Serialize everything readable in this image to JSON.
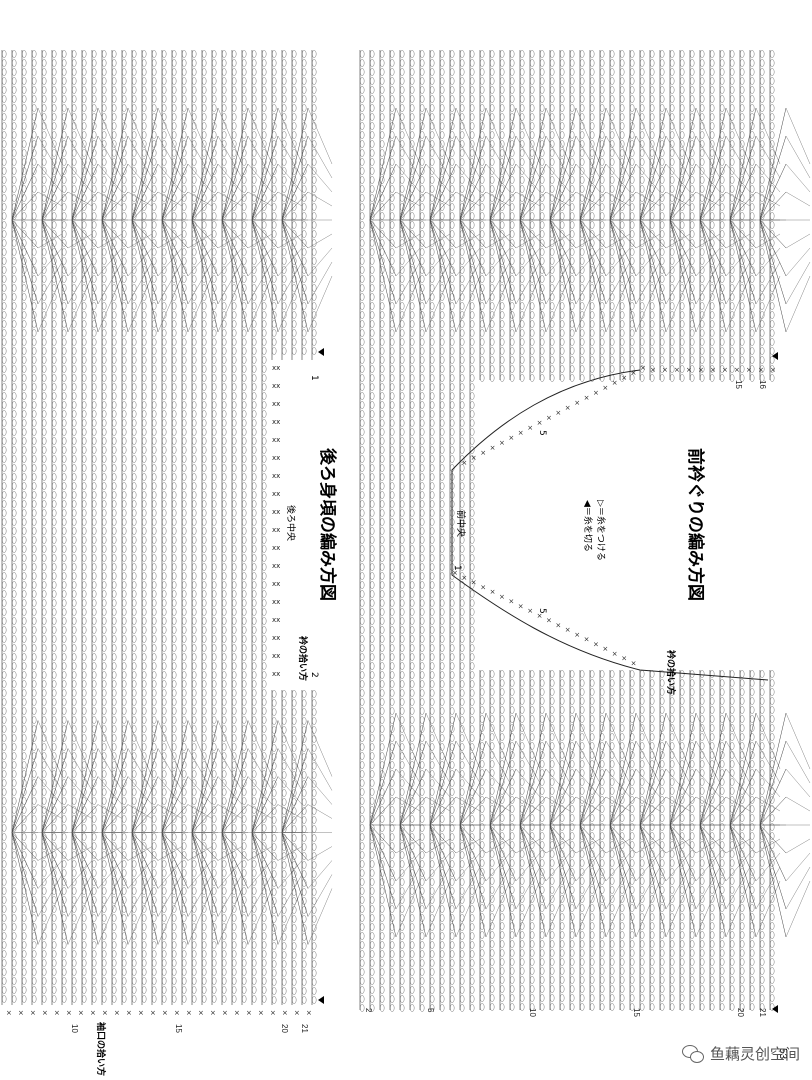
{
  "back_diagram": {
    "title": "後ろ身頃の編み方図",
    "center_label": "後ろ中央",
    "pickup_label": "衿の拾い方",
    "cuff_label": "袖口の拾い方",
    "mark_left": "1",
    "mark_right": "2",
    "row_numbers": [
      "10",
      "15",
      "20",
      "21"
    ]
  },
  "front_diagram": {
    "title": "前衿ぐりの編み方図",
    "center_label": "前中央",
    "pickup_label": "衿の拾い方",
    "legend_attach": "▷＝糸をつける",
    "legend_cut": "◀＝糸を切る",
    "mark_one": "1",
    "mark_five_top": "5",
    "mark_five_bottom": "5",
    "top_row_numbers": [
      "15",
      "16"
    ],
    "bottom_row_numbers": [
      "2",
      "5",
      "10",
      "15",
      "20",
      "21"
    ]
  },
  "page_number": "53",
  "watermark": {
    "text": "鱼藕灵创空间",
    "icon": "wechat-icon"
  }
}
